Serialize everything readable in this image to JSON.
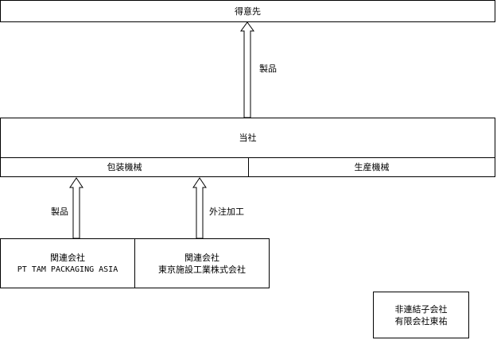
{
  "customer": {
    "label": "得意先"
  },
  "company": {
    "label": "当社"
  },
  "segments": {
    "packaging": "包装機械",
    "production": "生産機械"
  },
  "flows": {
    "to_customer": "製品",
    "from_pt_tam": "製品",
    "from_tokyo_shisetsu": "外注加工"
  },
  "related": {
    "pt_tam": {
      "type": "関連会社",
      "name": "PT TAM PACKAGING ASIA"
    },
    "tokyo_shisetsu": {
      "type": "関連会社",
      "name": "東京施設工業株式会社"
    }
  },
  "non_consolidated": {
    "type": "非連結子会社",
    "name": "有限会社東祐"
  },
  "colors": {
    "line": "#000000",
    "background": "#ffffff"
  }
}
